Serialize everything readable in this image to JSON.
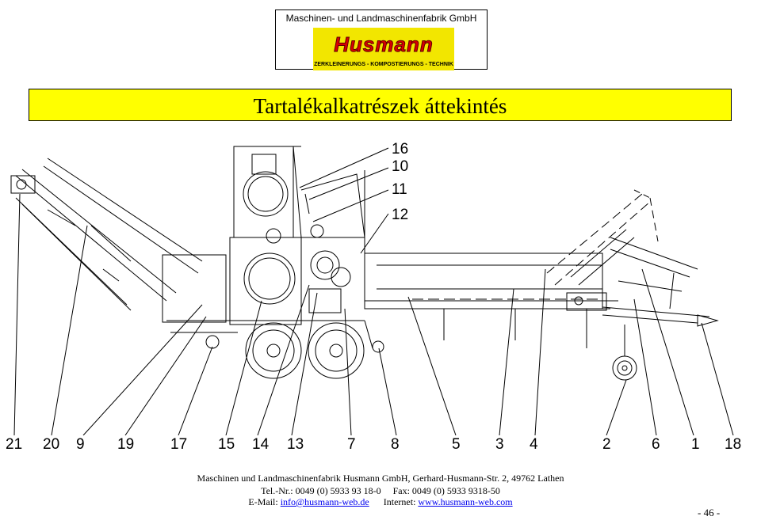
{
  "logo": {
    "company": "Maschinen- und Landmaschinenfabrik GmbH",
    "brand": "Husmann",
    "tagline": "ZERKLEINERUNGS - KOMPOSTIERUNGS - TECHNIK"
  },
  "title": "Tartalékalkatrészek  áttekintés",
  "top_labels": [
    "16",
    "10",
    "11",
    "12"
  ],
  "bottom_labels": [
    "21",
    "20",
    "9",
    "19",
    "17",
    "15",
    "14",
    "13",
    "7",
    "8",
    "5",
    "3",
    "4",
    "2",
    "6",
    "1",
    "18"
  ],
  "footer": {
    "line1": "Maschinen und Landmaschinenfabrik Husmann GmbH, Gerhard-Husmann-Str. 2, 49762 Lathen",
    "line2": "Tel.-Nr.: 0049 (0) 5933 93 18-0     Fax: 0049 (0) 5933 9318-50",
    "email_label": "E-Mail:",
    "email": "info@husmann-web.de",
    "internet_label": "Internet:",
    "internet": "www.husmann-web.com"
  },
  "page_number": "- 46 -"
}
